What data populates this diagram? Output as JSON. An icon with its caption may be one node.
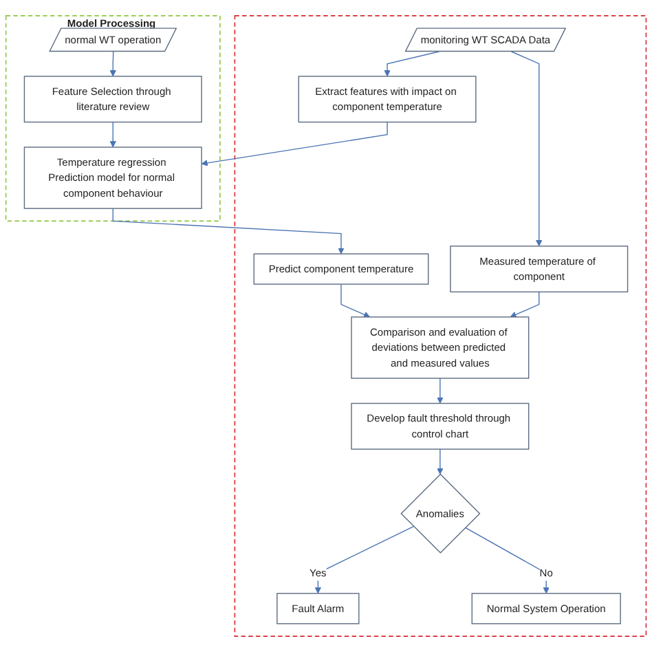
{
  "diagram": {
    "nodes": [
      {
        "text": [
          "Model Processing"
        ]
      },
      {
        "text": [
          "normal WT operation"
        ],
        "in": 0
      },
      {
        "text": [
          "Feature Selection through literature review"
        ],
        "in": 0
      },
      {
        "text": [
          "Temperature regression Prediction model for normal component behaviour"
        ],
        "in": 0
      },
      {
        "text": [],
        "shape": "box"
      },
      {
        "text": [
          "monitoring WT SCADA Data"
        ],
        "in": 4
      },
      {
        "text": [
          "Extract features with impact on component temperature"
        ],
        "in": 4
      },
      {
        "text": [
          "Predict component temperature"
        ],
        "in": 4
      },
      {
        "text": [
          "Measured temperature of component"
        ],
        "in": 4
      },
      {
        "text": [
          "Comparison and evaluation of deviations between predicted and measured values"
        ],
        "in": 4
      },
      {
        "text": [
          "Develop fault threshold through control chart"
        ],
        "in": 4
      },
      {
        "text": [
          "Anomalies"
        ],
        "in": 4
      },
      {
        "text": [
          "Fault Alarm"
        ],
        "in": 4
      },
      {
        "text": [
          "Normal System Operation"
        ],
        "in": 4
      }
    ],
    "edges": [
      {
        "from": 1,
        "to": 2,
        "arrow": "to"
      },
      {
        "from": 2,
        "to": 3,
        "arrow": "to"
      },
      {
        "from": 5,
        "to": 6,
        "arrow": "to"
      },
      {
        "from": 6,
        "to": 3,
        "arrow": "to"
      },
      {
        "from": 3,
        "to": 7,
        "arrow": "to"
      },
      {
        "from": 5,
        "to": 8,
        "arrow": "to"
      },
      {
        "from": 7,
        "to": 9,
        "arrow": "to"
      },
      {
        "from": 8,
        "to": 9,
        "arrow": "to"
      },
      {
        "from": 9,
        "to": 10,
        "arrow": "to"
      },
      {
        "from": 10,
        "to": 11,
        "arrow": "to"
      },
      {
        "from": 11,
        "to": 12,
        "label": "Yes",
        "arrow": "to"
      },
      {
        "from": 11,
        "to": 13,
        "label": "No",
        "arrow": "to"
      }
    ]
  }
}
